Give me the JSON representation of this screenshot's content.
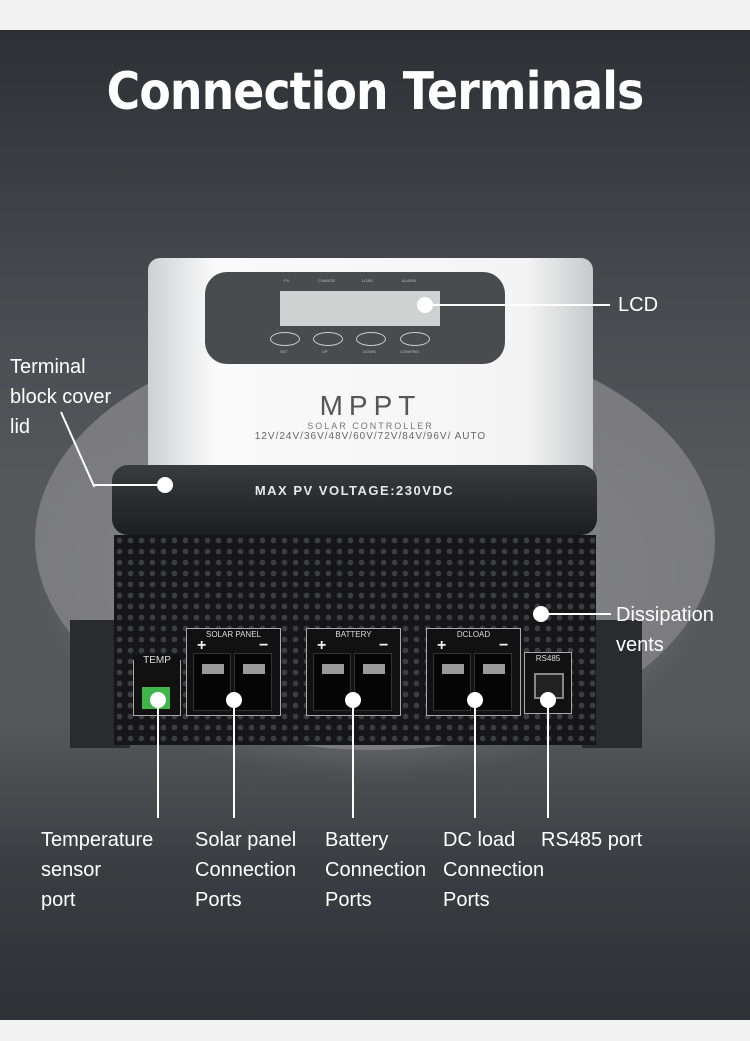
{
  "title": "Connection Terminals",
  "device": {
    "indicators": [
      "PV",
      "CHARGE",
      "LOAD",
      "ALARM"
    ],
    "buttons": [
      "SET",
      "UP",
      "DOWN",
      "CONFIRM"
    ],
    "brand": "MPPT",
    "subtitle": "SOLAR CONTROLLER",
    "voltages": "12V/24V/36V/48V/60V/72V/84V/96V/ AUTO",
    "max_pv": "MAX PV VOLTAGE:230VDC",
    "temp_label": "TEMP",
    "terminals": [
      "SOLAR PANEL",
      "BATTERY",
      "DCLOAD"
    ],
    "rs485_label": "RS485"
  },
  "callouts": {
    "lcd": "LCD",
    "cover": [
      "Terminal",
      "block cover",
      "lid"
    ],
    "vents": [
      "Dissipation",
      "vents"
    ],
    "temp": [
      "Temperature",
      "sensor",
      "port"
    ],
    "solar": [
      "Solar panel",
      "Connection",
      "Ports"
    ],
    "battery": [
      "Battery",
      "Connection",
      "Ports"
    ],
    "dcload": [
      "DC load",
      "Connection",
      "Ports"
    ],
    "rs485": [
      "RS485 port"
    ]
  }
}
